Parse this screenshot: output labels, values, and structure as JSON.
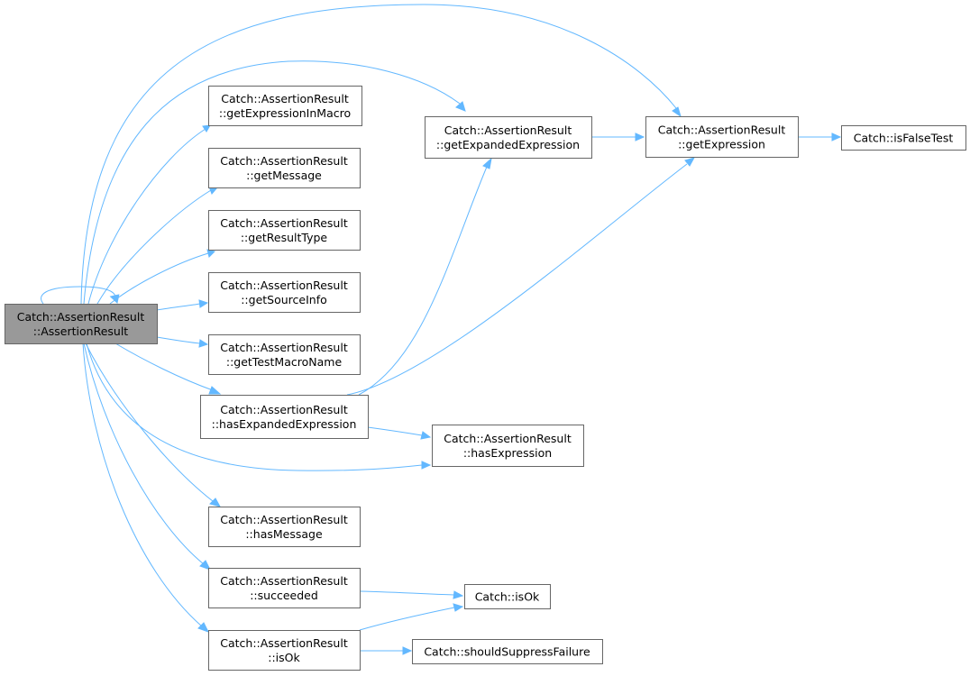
{
  "diagram": {
    "type": "call-graph",
    "colors": {
      "edge": "#63b8ff",
      "node_border": "#666666",
      "node_fill": "#ffffff",
      "root_fill": "#999999",
      "text": "#000000"
    },
    "nodes": [
      {
        "id": "ctor",
        "line1": "Catch::AssertionResult",
        "line2": "::AssertionResult",
        "root": true
      },
      {
        "id": "getExpressionInMacro",
        "line1": "Catch::AssertionResult",
        "line2": "::getExpressionInMacro"
      },
      {
        "id": "getMessage",
        "line1": "Catch::AssertionResult",
        "line2": "::getMessage"
      },
      {
        "id": "getResultType",
        "line1": "Catch::AssertionResult",
        "line2": "::getResultType"
      },
      {
        "id": "getSourceInfo",
        "line1": "Catch::AssertionResult",
        "line2": "::getSourceInfo"
      },
      {
        "id": "getTestMacroName",
        "line1": "Catch::AssertionResult",
        "line2": "::getTestMacroName"
      },
      {
        "id": "hasExpandedExpression",
        "line1": "Catch::AssertionResult",
        "line2": "::hasExpandedExpression"
      },
      {
        "id": "hasMessage",
        "line1": "Catch::AssertionResult",
        "line2": "::hasMessage"
      },
      {
        "id": "succeeded",
        "line1": "Catch::AssertionResult",
        "line2": "::succeeded"
      },
      {
        "id": "isOkMember",
        "line1": "Catch::AssertionResult",
        "line2": "::isOk"
      },
      {
        "id": "getExpandedExpression",
        "line1": "Catch::AssertionResult",
        "line2": "::getExpandedExpression"
      },
      {
        "id": "hasExpression",
        "line1": "Catch::AssertionResult",
        "line2": "::hasExpression"
      },
      {
        "id": "getExpression",
        "line1": "Catch::AssertionResult",
        "line2": "::getExpression"
      },
      {
        "id": "isFalseTest",
        "line1": "Catch::isFalseTest"
      },
      {
        "id": "isOk",
        "line1": "Catch::isOk"
      },
      {
        "id": "shouldSuppressFailure",
        "line1": "Catch::shouldSuppressFailure"
      }
    ],
    "edges": [
      {
        "from": "ctor",
        "to": "ctor"
      },
      {
        "from": "ctor",
        "to": "getExpressionInMacro"
      },
      {
        "from": "ctor",
        "to": "getMessage"
      },
      {
        "from": "ctor",
        "to": "getResultType"
      },
      {
        "from": "ctor",
        "to": "getSourceInfo"
      },
      {
        "from": "ctor",
        "to": "getTestMacroName"
      },
      {
        "from": "ctor",
        "to": "hasExpandedExpression"
      },
      {
        "from": "ctor",
        "to": "hasMessage"
      },
      {
        "from": "ctor",
        "to": "succeeded"
      },
      {
        "from": "ctor",
        "to": "isOkMember"
      },
      {
        "from": "ctor",
        "to": "getExpandedExpression"
      },
      {
        "from": "ctor",
        "to": "getExpression"
      },
      {
        "from": "ctor",
        "to": "hasExpression"
      },
      {
        "from": "getExpandedExpression",
        "to": "getExpression"
      },
      {
        "from": "getExpression",
        "to": "isFalseTest"
      },
      {
        "from": "hasExpandedExpression",
        "to": "getExpandedExpression"
      },
      {
        "from": "hasExpandedExpression",
        "to": "getExpression"
      },
      {
        "from": "hasExpandedExpression",
        "to": "hasExpression"
      },
      {
        "from": "succeeded",
        "to": "isOk"
      },
      {
        "from": "isOkMember",
        "to": "isOk"
      },
      {
        "from": "isOkMember",
        "to": "shouldSuppressFailure"
      }
    ]
  }
}
